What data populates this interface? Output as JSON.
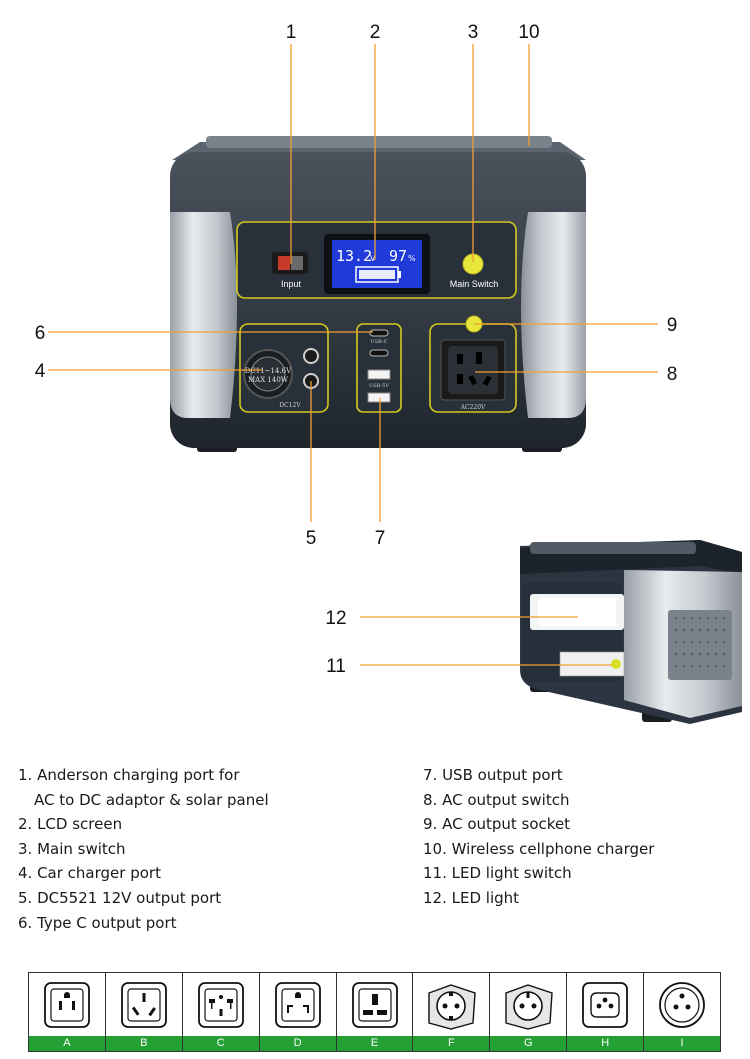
{
  "callouts": [
    "1",
    "2",
    "3",
    "4",
    "5",
    "6",
    "7",
    "8",
    "9",
    "10",
    "11",
    "12"
  ],
  "device": {
    "lcd_voltage": "13.2",
    "lcd_volt_unit": "V",
    "lcd_percent": "97",
    "lcd_percent_unit": "%",
    "input_label": "Input",
    "main_switch_label": "Main Switch",
    "car_port_line1": "DC11~14.6V",
    "car_port_line2": "MAX 140W",
    "dc_label": "DC12V",
    "usbc_label": "USB-C",
    "usb5v_label": "USB-5V",
    "ac_label": "AC220V"
  },
  "legend_left": [
    "1. Anderson charging port for",
    "AC to DC adaptor & solar panel",
    "2. LCD screen",
    "3. Main switch",
    "4. Car charger port",
    "5. DC5521 12V output port",
    "6. Type C output port"
  ],
  "legend_right": [
    "7. USB output port",
    "8. AC output switch",
    "9. AC output socket",
    "10. Wireless cellphone charger",
    "11. LED light switch",
    "12. LED light"
  ],
  "plugs": [
    "A",
    "B",
    "C",
    "D",
    "E",
    "F",
    "G",
    "H",
    "I"
  ],
  "colors": {
    "leader": "#f0a030",
    "label_bar": "#24a035",
    "panel_outline": "#d6c820",
    "switch_yellow": "#e8e63a",
    "body_dark": "#2b3440",
    "lcd_blue": "#1f3ad8"
  }
}
